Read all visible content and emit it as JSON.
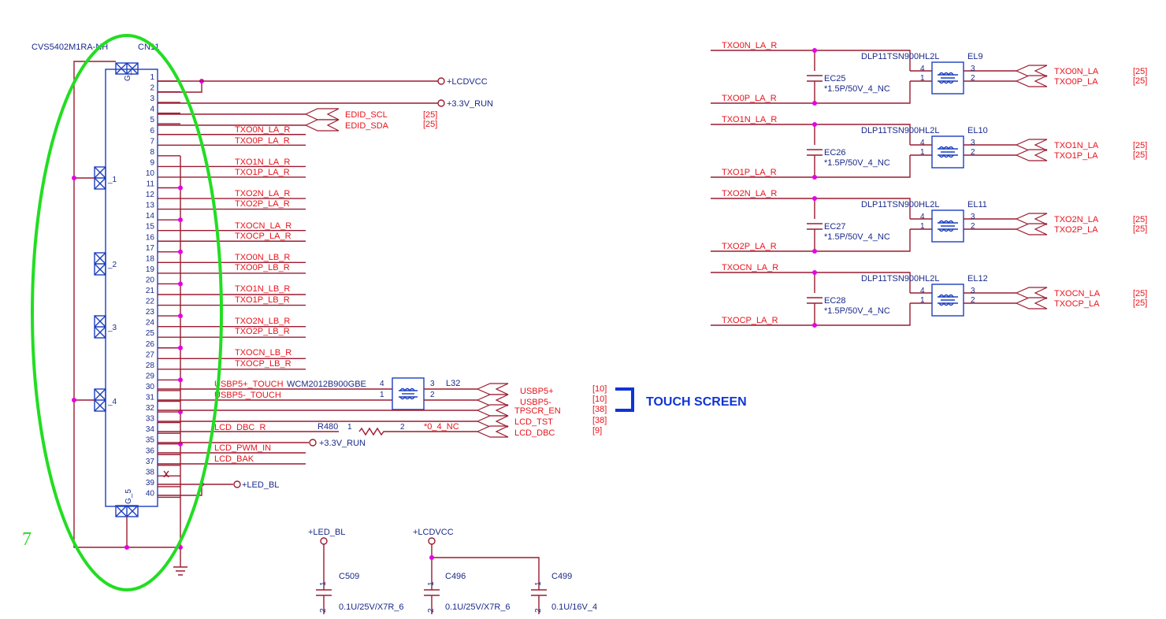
{
  "annotation": {
    "number": "7",
    "circle_color": "#22dd22",
    "bracket_color": "#1034d4"
  },
  "connector": {
    "part_number": "CVS5402M1RA-NH",
    "ref": "CN11",
    "pins": [
      "1",
      "2",
      "3",
      "4",
      "5",
      "6",
      "7",
      "8",
      "9",
      "10",
      "11",
      "12",
      "13",
      "14",
      "15",
      "16",
      "17",
      "18",
      "19",
      "20",
      "21",
      "22",
      "23",
      "24",
      "25",
      "26",
      "27",
      "28",
      "29",
      "30",
      "31",
      "32",
      "33",
      "34",
      "35",
      "36",
      "37",
      "38",
      "39",
      "40"
    ],
    "mount_labels": [
      "G_",
      "_1",
      "_2",
      "_3",
      "_4",
      "G_5"
    ]
  },
  "nets": {
    "lcdvcc": "+LCDVCC",
    "run33": "+3.3V_RUN",
    "edid_scl": "EDID_SCL",
    "edid_sda": "EDID_SDA",
    "p6": "TXO0N_LA_R",
    "p7": "TXO0P_LA_R",
    "p9": "TXO1N_LA_R",
    "p10": "TXO1P_LA_R",
    "p12": "TXO2N_LA_R",
    "p13": "TXO2P_LA_R",
    "p15": "TXOCN_LA_R",
    "p16": "TXOCP_LA_R",
    "p18": "TXO0N_LB_R",
    "p19": "TXO0P_LB_R",
    "p21": "TXO1N_LB_R",
    "p22": "TXO1P_LB_R",
    "p24": "TXO2N_LB_R",
    "p25": "TXO2P_LB_R",
    "p27": "TXOCN_LB_R",
    "p28": "TXOCP_LB_R",
    "p30": "USBP5+_TOUCH",
    "p31": "USBP5-_TOUCH",
    "p34": "LCD_DBC_R",
    "p36": "LCD_PWM_IN",
    "p37": "LCD_BAK",
    "led_bl": "+LED_BL",
    "usbp5p": "USBP5+",
    "usbp5n": "USBP5-",
    "tpscr": "TPSCR_EN",
    "lcd_tst": "LCD_TST",
    "lcd_dbc": "LCD_DBC"
  },
  "refs": {
    "edid_scl": "[25]",
    "edid_sda": "[25]",
    "usbp5p": "[10]",
    "usbp5n": "[10]",
    "tpscr": "[38]",
    "lcd_tst": "[38]",
    "lcd_dbc": "[9]"
  },
  "choke": {
    "part": "WCM2012B900GBE",
    "ref": "L32",
    "pins": [
      "4",
      "3",
      "1",
      "2"
    ]
  },
  "resistor": {
    "ref": "R480",
    "value": "*0_4_NC",
    "pins": [
      "1",
      "2"
    ]
  },
  "touch_label": "TOUCH SCREEN",
  "filters": [
    {
      "ref": "EL9",
      "part": "DLP11TSN900HL2L",
      "cap": "EC25",
      "cap_value": "*1.5P/50V_4_NC",
      "in_n": "TXO0N_LA_R",
      "in_p": "TXO0P_LA_R",
      "out_n": "TXO0N_LA",
      "out_p": "TXO0P_LA",
      "ref_n": "[25]",
      "ref_p": "[25]",
      "pins": [
        "4",
        "3",
        "1",
        "2"
      ]
    },
    {
      "ref": "EL10",
      "part": "DLP11TSN900HL2L",
      "cap": "EC26",
      "cap_value": "*1.5P/50V_4_NC",
      "in_n": "TXO1N_LA_R",
      "in_p": "TXO1P_LA_R",
      "out_n": "TXO1N_LA",
      "out_p": "TXO1P_LA",
      "ref_n": "[25]",
      "ref_p": "[25]",
      "pins": [
        "4",
        "3",
        "1",
        "2"
      ]
    },
    {
      "ref": "EL11",
      "part": "DLP11TSN900HL2L",
      "cap": "EC27",
      "cap_value": "*1.5P/50V_4_NC",
      "in_n": "TXO2N_LA_R",
      "in_p": "TXO2P_LA_R",
      "out_n": "TXO2N_LA",
      "out_p": "TXO2P_LA",
      "ref_n": "[25]",
      "ref_p": "[25]",
      "pins": [
        "4",
        "3",
        "1",
        "2"
      ]
    },
    {
      "ref": "EL12",
      "part": "DLP11TSN900HL2L",
      "cap": "EC28",
      "cap_value": "*1.5P/50V_4_NC",
      "in_n": "TXOCN_LA_R",
      "in_p": "TXOCP_LA_R",
      "out_n": "TXOCN_LA",
      "out_p": "TXOCP_LA",
      "ref_n": "[25]",
      "ref_p": "[25]",
      "pins": [
        "4",
        "3",
        "1",
        "2"
      ]
    }
  ],
  "caps": [
    {
      "ref": "C509",
      "value": "0.1U/25V/X7R_6",
      "rail": "+LED_BL",
      "pins": [
        "1",
        "2"
      ]
    },
    {
      "ref": "C496",
      "value": "0.1U/25V/X7R_6",
      "rail": "+LCDVCC",
      "pins": [
        "1",
        "2"
      ]
    },
    {
      "ref": "C499",
      "value": "0.1U/16V_4",
      "pins": [
        "1",
        "2"
      ]
    }
  ]
}
